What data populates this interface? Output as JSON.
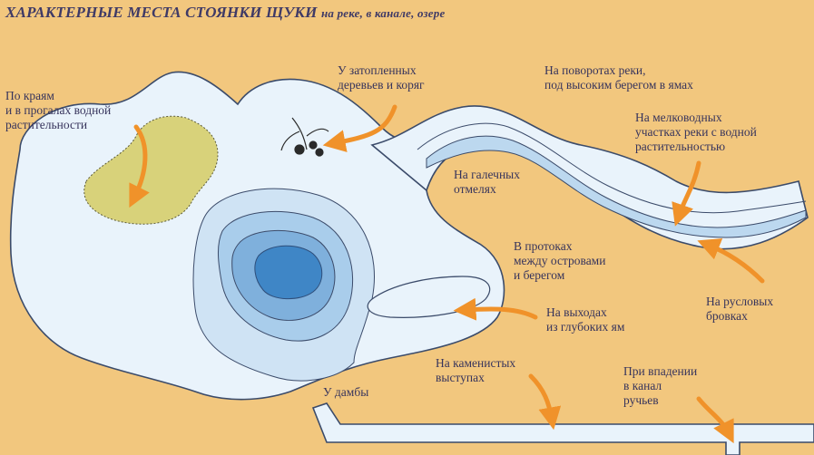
{
  "title": {
    "main": "ХАРАКТЕРНЫЕ МЕСТА СТОЯНКИ ЩУКИ",
    "sub": "на реке, в канале, озере"
  },
  "labels": {
    "vegetation_edges": "По краям\nи в прогалах водной\nрастительности",
    "flooded_trees": "У затопленных\nдеревьев и коряг",
    "river_bends": "На поворотах реки,\nпод высоким берегом в ямах",
    "shallow_vegetation": "На мелководных\nучастках реки с водной\nрастительностью",
    "pebble_shoals": "На галечных\nотмелях",
    "island_channels": "В протоках\nмежду островами\nи берегом",
    "channel_edges": "На русловых\nбровках",
    "deep_pit_exits": "На выходах\nиз глубоких ям",
    "rocky_ledges": "На каменистых\nвыступах",
    "dam": "У дамбы",
    "stream_inflow": "При впадении\nв канал\nручьев"
  },
  "colors": {
    "background": "#f2c77e",
    "water_light": "#e9f3fb",
    "water_mid": "#bcd8ef",
    "water_deep": "#7fb0dc",
    "water_deepest": "#3f86c6",
    "vegetation": "#d8d27a",
    "arrow": "#f0922a",
    "text": "#37345c"
  }
}
